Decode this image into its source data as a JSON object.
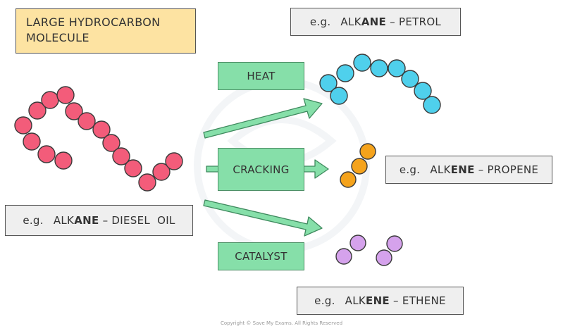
{
  "title": {
    "line1": "LARGE HYDROCARBON",
    "line2": "MOLECULE"
  },
  "labels": {
    "petrol": {
      "eg": "e.g.",
      "pre": "ALK",
      "bold": "ANE",
      "post": " – PETROL"
    },
    "diesel": {
      "eg": "e.g.",
      "pre": "ALK",
      "bold": "ANE",
      "post": " – DIESEL  OIL"
    },
    "propene": {
      "eg": "e.g.",
      "pre": "ALK",
      "bold": "ENE",
      "post": " – PROPENE"
    },
    "ethene": {
      "eg": "e.g.",
      "pre": "ALK",
      "bold": "ENE",
      "post": " – ETHENE"
    }
  },
  "conditions": {
    "heat": "HEAT",
    "cracking": "CRACKING",
    "catalyst": "CATALYST"
  },
  "colors": {
    "large_molecule": "#f35c7a",
    "petrol_molecule": "#4fd0ec",
    "propene_molecule": "#f5a31c",
    "ethene_molecule": "#d5a2ec",
    "arrow_fill": "#86dfa9",
    "arrow_stroke": "#3f8a5e",
    "title_bg": "#fde3a2",
    "label_bg": "#efefef"
  },
  "footer": {
    "copyright": "Copyright © Save My Exams. All Rights Reserved"
  }
}
